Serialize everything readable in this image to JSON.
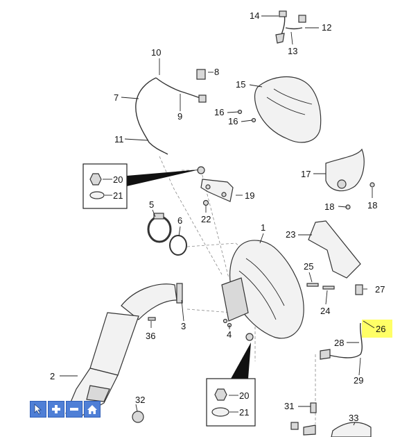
{
  "callouts": {
    "c1": "1",
    "c2": "2",
    "c3": "3",
    "c4": "4",
    "c5": "5",
    "c6": "6",
    "c7": "7",
    "c8": "8",
    "c9": "9",
    "c10": "10",
    "c11": "11",
    "c12": "12",
    "c13": "13",
    "c14": "14",
    "c15": "15",
    "c16a": "16",
    "c16b": "16",
    "c17": "17",
    "c18a": "18",
    "c18b": "18",
    "c19": "19",
    "c20a": "20",
    "c21a": "21",
    "c20b": "20",
    "c21b": "21",
    "c22": "22",
    "c23": "23",
    "c24": "24",
    "c25": "25",
    "c26": "26",
    "c27": "27",
    "c28": "28",
    "c29": "29",
    "c31": "31",
    "c32": "32",
    "c33": "33",
    "c36": "36"
  },
  "highlight": {
    "part": "26",
    "color": "#ffff66"
  },
  "toolbar": {
    "select_icon": "cursor-icon",
    "zoom_in_icon": "plus-icon",
    "zoom_out_icon": "minus-icon",
    "home_icon": "home-icon",
    "color": "#4f7fd6"
  }
}
